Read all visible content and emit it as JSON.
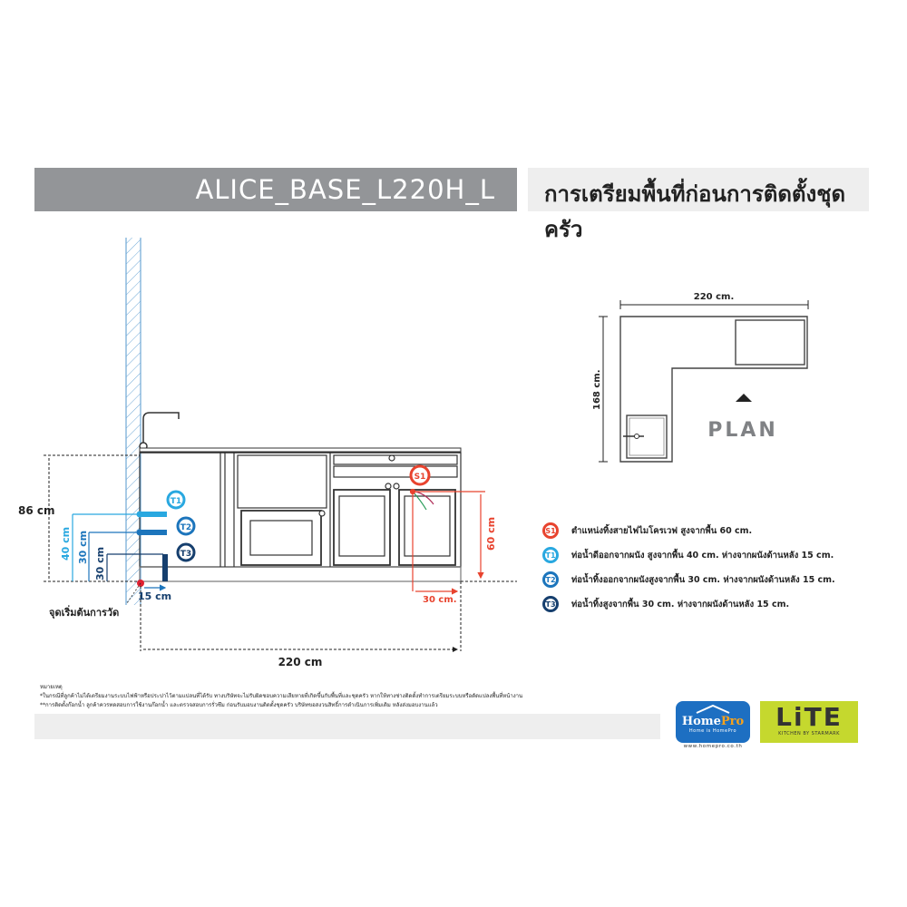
{
  "header": {
    "model_code": "ALICE_BASE_L220H_L",
    "title_th": "การเตรียมพื้นที่ก่อนการติดตั้งชุดครัว"
  },
  "elevation": {
    "height_label": "86 cm",
    "t1_height_label": "40 cm",
    "t2_height_label": "30 cm",
    "t3_height_label": "30 cm",
    "wall_offset_label": "15 cm",
    "origin_label": "จุดเริ่มต้นการวัด",
    "total_width_label": "220 cm",
    "s1_height_label": "60 cm",
    "s1_offset_label": "30 cm.",
    "markers": {
      "s1": "S1",
      "t1": "T1",
      "t2": "T2",
      "t3": "T3"
    }
  },
  "plan": {
    "width_label": "220 cm.",
    "depth_label": "168 cm.",
    "label": "PLAN"
  },
  "legend": [
    {
      "code": "S1",
      "color": "#e8432e",
      "text": "ตำแหน่งทิ้งสายไฟไมโครเวฟ สูงจากพื้น 60 cm."
    },
    {
      "code": "T1",
      "color": "#29a8e0",
      "text": "ท่อน้ำดีออกจากผนัง สูงจากพื้น 40 cm. ห่างจากผนังด้านหลัง 15 cm."
    },
    {
      "code": "T2",
      "color": "#1c75bc",
      "text": "ท่อน้ำทิ้งออกจากผนังสูงจากพื้น 30 cm. ห่างจากผนังด้านหลัง 15 cm."
    },
    {
      "code": "T3",
      "color": "#163f6e",
      "text": "ท่อน้ำทิ้งสูงจากพื้น 30 cm. ห่างจากผนังด้านหลัง 15 cm."
    }
  ],
  "notes": {
    "heading": "หมายเหตุ",
    "line1": "*ในกรณีที่ลูกค้าไม่ได้เตรียมงานระบบไฟฟ้าหรือประปาไว้ตามแปลนที่ได้รับ ทางบริษัทจะไม่รับผิดชอบความเสียหายที่เกิดขึ้นกับพื้นที่และชุดครัว หากให้ทางช่างติดตั้งทำการเตรียมระบบหรือดัดแปลงพื้นที่หน้างาน",
    "line2": "**การติดตั้งก๊อกน้ำ ลูกค้าควรทดสอบการใช้งานก๊อกน้ำ และตรวจสอบการรั่วซึม ก่อนรับมอบงานติดตั้งชุดครัว บริษัทขอสงวนสิทธิ์การดำเนินการเพิ่มเติม หลังส่งมอบงานแล้ว"
  },
  "logos": {
    "homepro": {
      "name_a": "Home",
      "name_b": "Pro",
      "tagline": "Home is HomePro",
      "url": "www.homepro.co.th"
    },
    "lite": {
      "name": "LiTE",
      "tagline": "KITCHEN BY STARMARK"
    }
  },
  "colors": {
    "title_bar": "#939598",
    "subtitle_bar": "#eeeeee",
    "s1": "#e8432e",
    "t1": "#29a8e0",
    "t2": "#1c75bc",
    "t3": "#163f6e",
    "wall": "#6fa8d6",
    "homepro_blue": "#1d6fc2",
    "lite_green": "#c5d82e"
  }
}
